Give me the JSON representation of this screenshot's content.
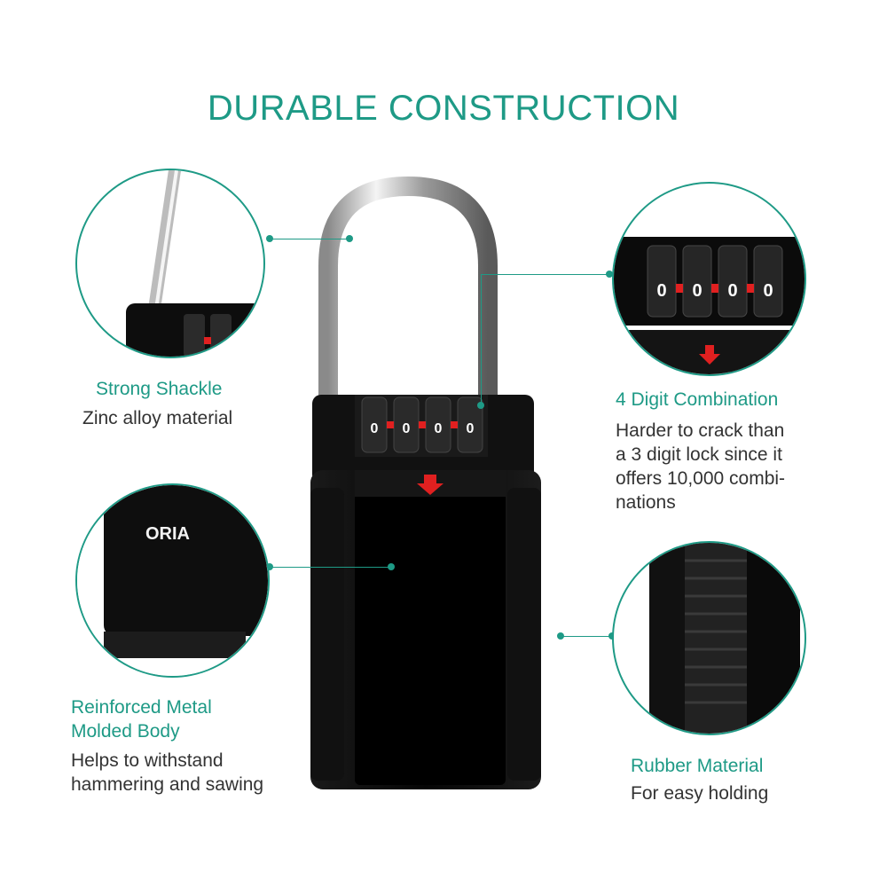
{
  "title": "DURABLE CONSTRUCTION",
  "features": {
    "shackle": {
      "title": "Strong Shackle",
      "desc": "Zinc alloy material"
    },
    "combination": {
      "title": "4 Digit Combination",
      "desc_lines": [
        "Harder to crack than",
        "a 3 digit lock since it",
        "offers 10,000 combi-",
        "nations"
      ]
    },
    "body": {
      "title_lines": [
        "Reinforced Metal",
        "Molded Body"
      ],
      "desc_lines": [
        "Helps to withstand",
        "hammering and sawing"
      ]
    },
    "rubber": {
      "title": "Rubber Material",
      "desc": "For easy holding"
    }
  },
  "brand": "ORIA",
  "colors": {
    "accent": "#1e9a86",
    "lock_body": "#0d0d0d",
    "arrow": "#e02020"
  },
  "icons": [
    "down-arrow-icon"
  ]
}
